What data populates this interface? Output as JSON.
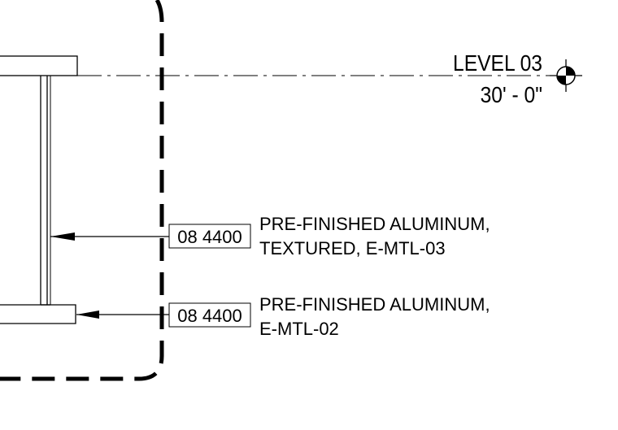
{
  "level": {
    "name": "LEVEL 03",
    "elevation": "30' - 0\""
  },
  "keynotes": [
    {
      "tag": "08 4400",
      "line1": "PRE-FINISHED ALUMINUM,",
      "line2": "TEXTURED, E-MTL-03"
    },
    {
      "tag": "08 4400",
      "line1": "PRE-FINISHED ALUMINUM,",
      "line2": "E-MTL-02"
    }
  ],
  "colors": {
    "ink": "#000000",
    "background": "#ffffff"
  }
}
